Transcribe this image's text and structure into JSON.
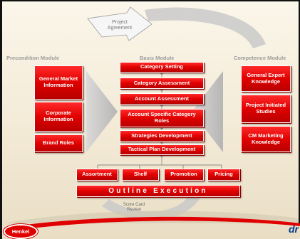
{
  "top": {
    "project_agreement": "Project\nAgreement"
  },
  "modules": {
    "precondition": "Precondition Module",
    "basis": "Basis Module",
    "competence": "Competence Module"
  },
  "precondition_items": [
    "General Market Information",
    "Corporate Information",
    "Brand Roles"
  ],
  "basis_items": [
    "Category Setting",
    "Category Assessment",
    "Account Assessment",
    "Account Specific Category Roles",
    "Strategies Development",
    "Tactical Plan Development"
  ],
  "competence_items": [
    "General Expert Knowledge",
    "Project Initiated Studies",
    "CM Marketing Knowledge"
  ],
  "execution_items": [
    "Assortment",
    "Shelf",
    "Promotion",
    "Pricing"
  ],
  "outline": "Outline Execution",
  "review": "Score Card\nReview",
  "logo": "Henkel",
  "corner_logo": "dr",
  "colors": {
    "accent_red": "#e00000",
    "arrow_gray": "#bdbdbd",
    "label_gray": "#9c9c9c"
  }
}
